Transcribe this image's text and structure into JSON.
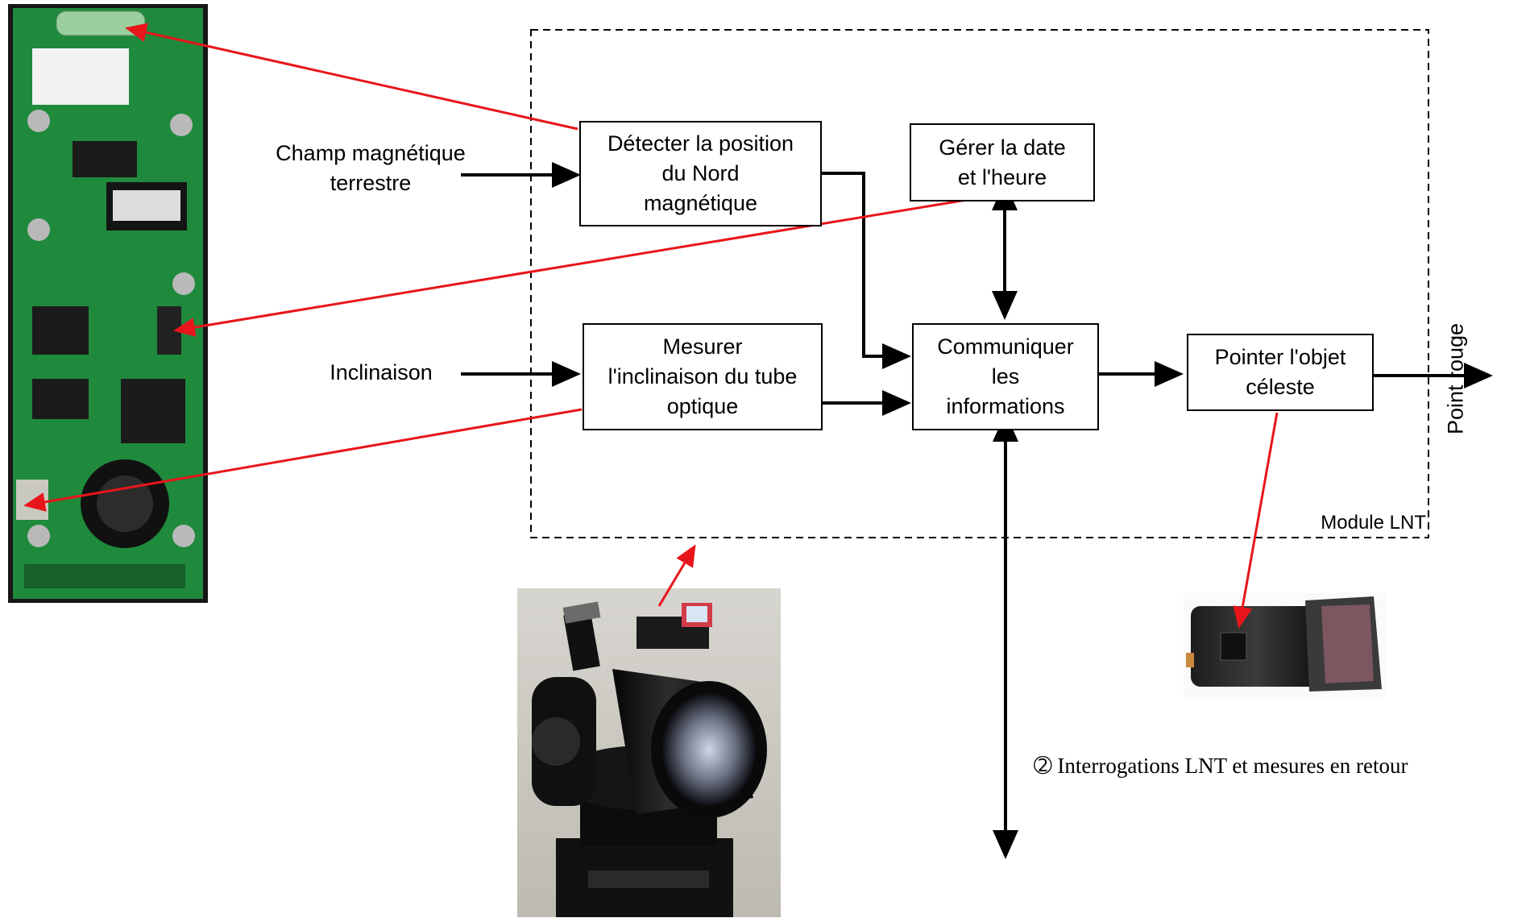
{
  "diagram": {
    "module_label": "Module  LNT",
    "blocks": {
      "detect_north": "Détecter la position\ndu Nord\nmagnétique",
      "date_time": "Gérer la date\net l'heure",
      "communicate": "Communiquer\nles\ninformations",
      "measure_incl": "Mesurer\nl'inclinaison du tube\noptique",
      "point_object": "Pointer l'objet\ncéleste"
    },
    "inputs": {
      "magnetic_field": "Champ magnétique\nterrestre",
      "inclination": "Inclinaison"
    },
    "output": "Point rouge",
    "bus_label": "➁ Interrogations LNT et mesures en retour"
  },
  "photos": {
    "pcb": "circuit-board-photo",
    "telescope": "telescope-photo",
    "laser": "red-dot-pointer-photo"
  },
  "colors": {
    "arrow": "#000000",
    "link": "#e8151b",
    "pcb_green": "#1f8a3c",
    "telescope_body": "#141414"
  }
}
